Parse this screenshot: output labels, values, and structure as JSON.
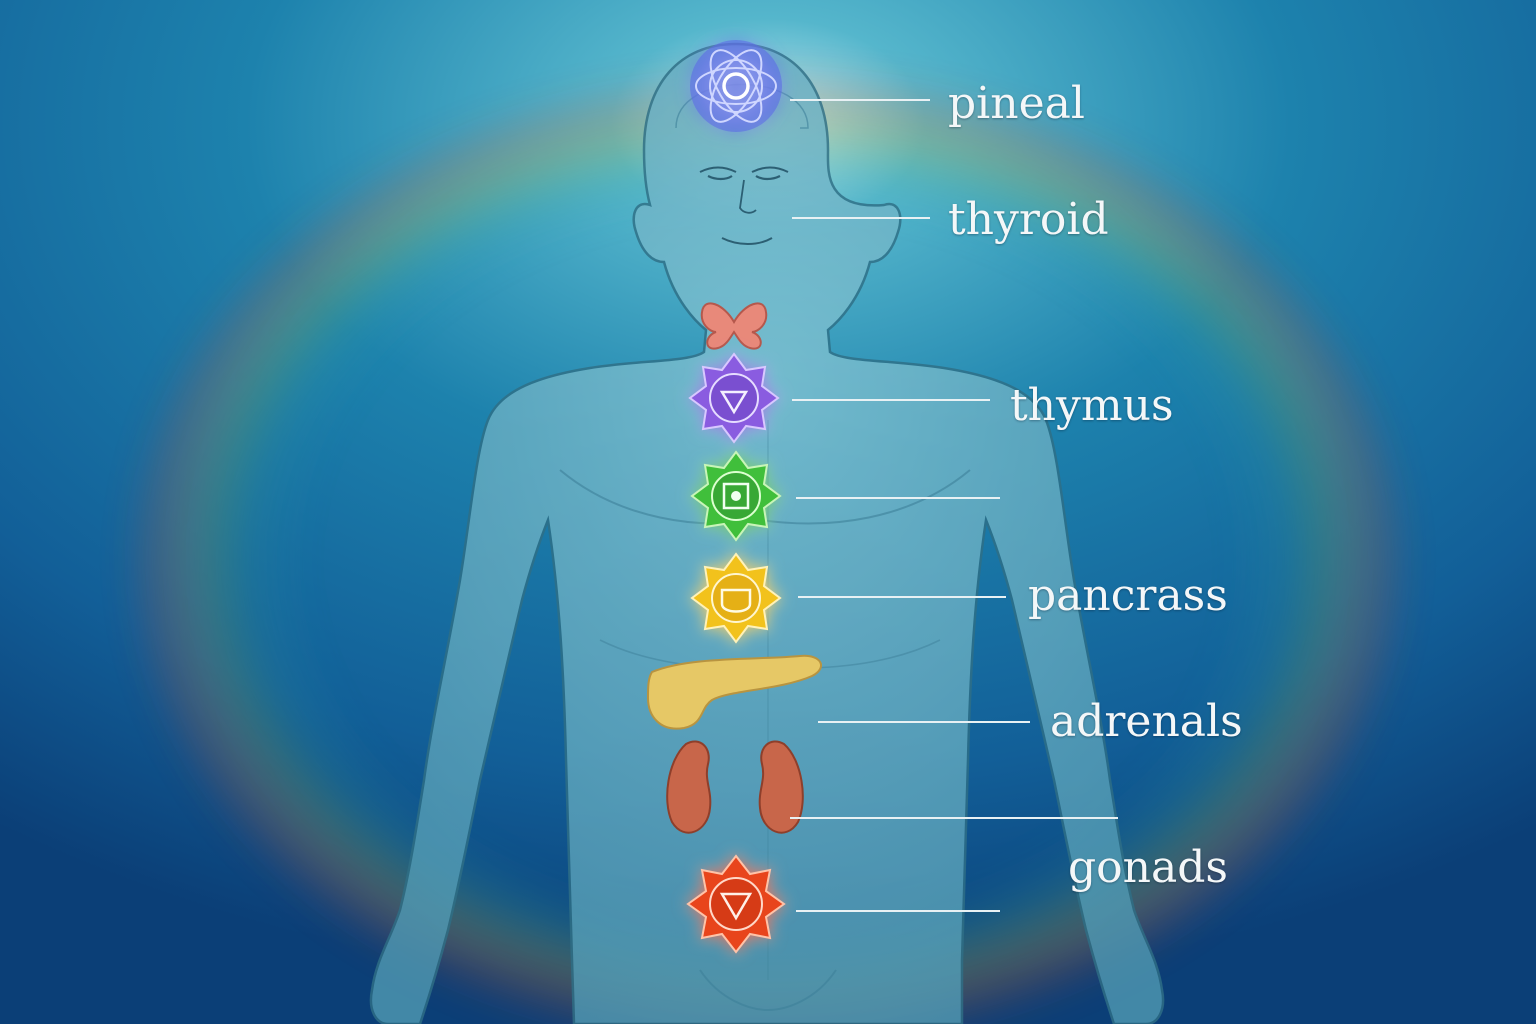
{
  "labels": {
    "pineal": "pineal",
    "thyroid": "thyroid",
    "thymus": "thymus",
    "pancrass": "pancrass",
    "adrenals": "adrenals",
    "gonads": "gonads"
  },
  "colors": {
    "background": "#0e4f86",
    "halo": "#3aa7c4",
    "body": "#5aa6be",
    "body_outline": "#2f6f86",
    "crown_chakra": "#6f7bff",
    "throat_chakra": "#8a5be0",
    "heart_chakra": "#3fbf3a",
    "solar_plexus_chakra": "#f2c21c",
    "root_chakra": "#e8451f",
    "thyroid_gland": "#e8897a",
    "pancreas": "#e6c866",
    "kidneys": "#c8664a",
    "label_text": "#f4f7f8",
    "leader_line": "#e8f1f4"
  },
  "icons": [
    "crown-chakra-icon",
    "throat-chakra-icon",
    "heart-chakra-icon",
    "solar-plexus-chakra-icon",
    "root-chakra-icon",
    "thyroid-gland-icon",
    "pancreas-icon",
    "kidney-icon"
  ]
}
